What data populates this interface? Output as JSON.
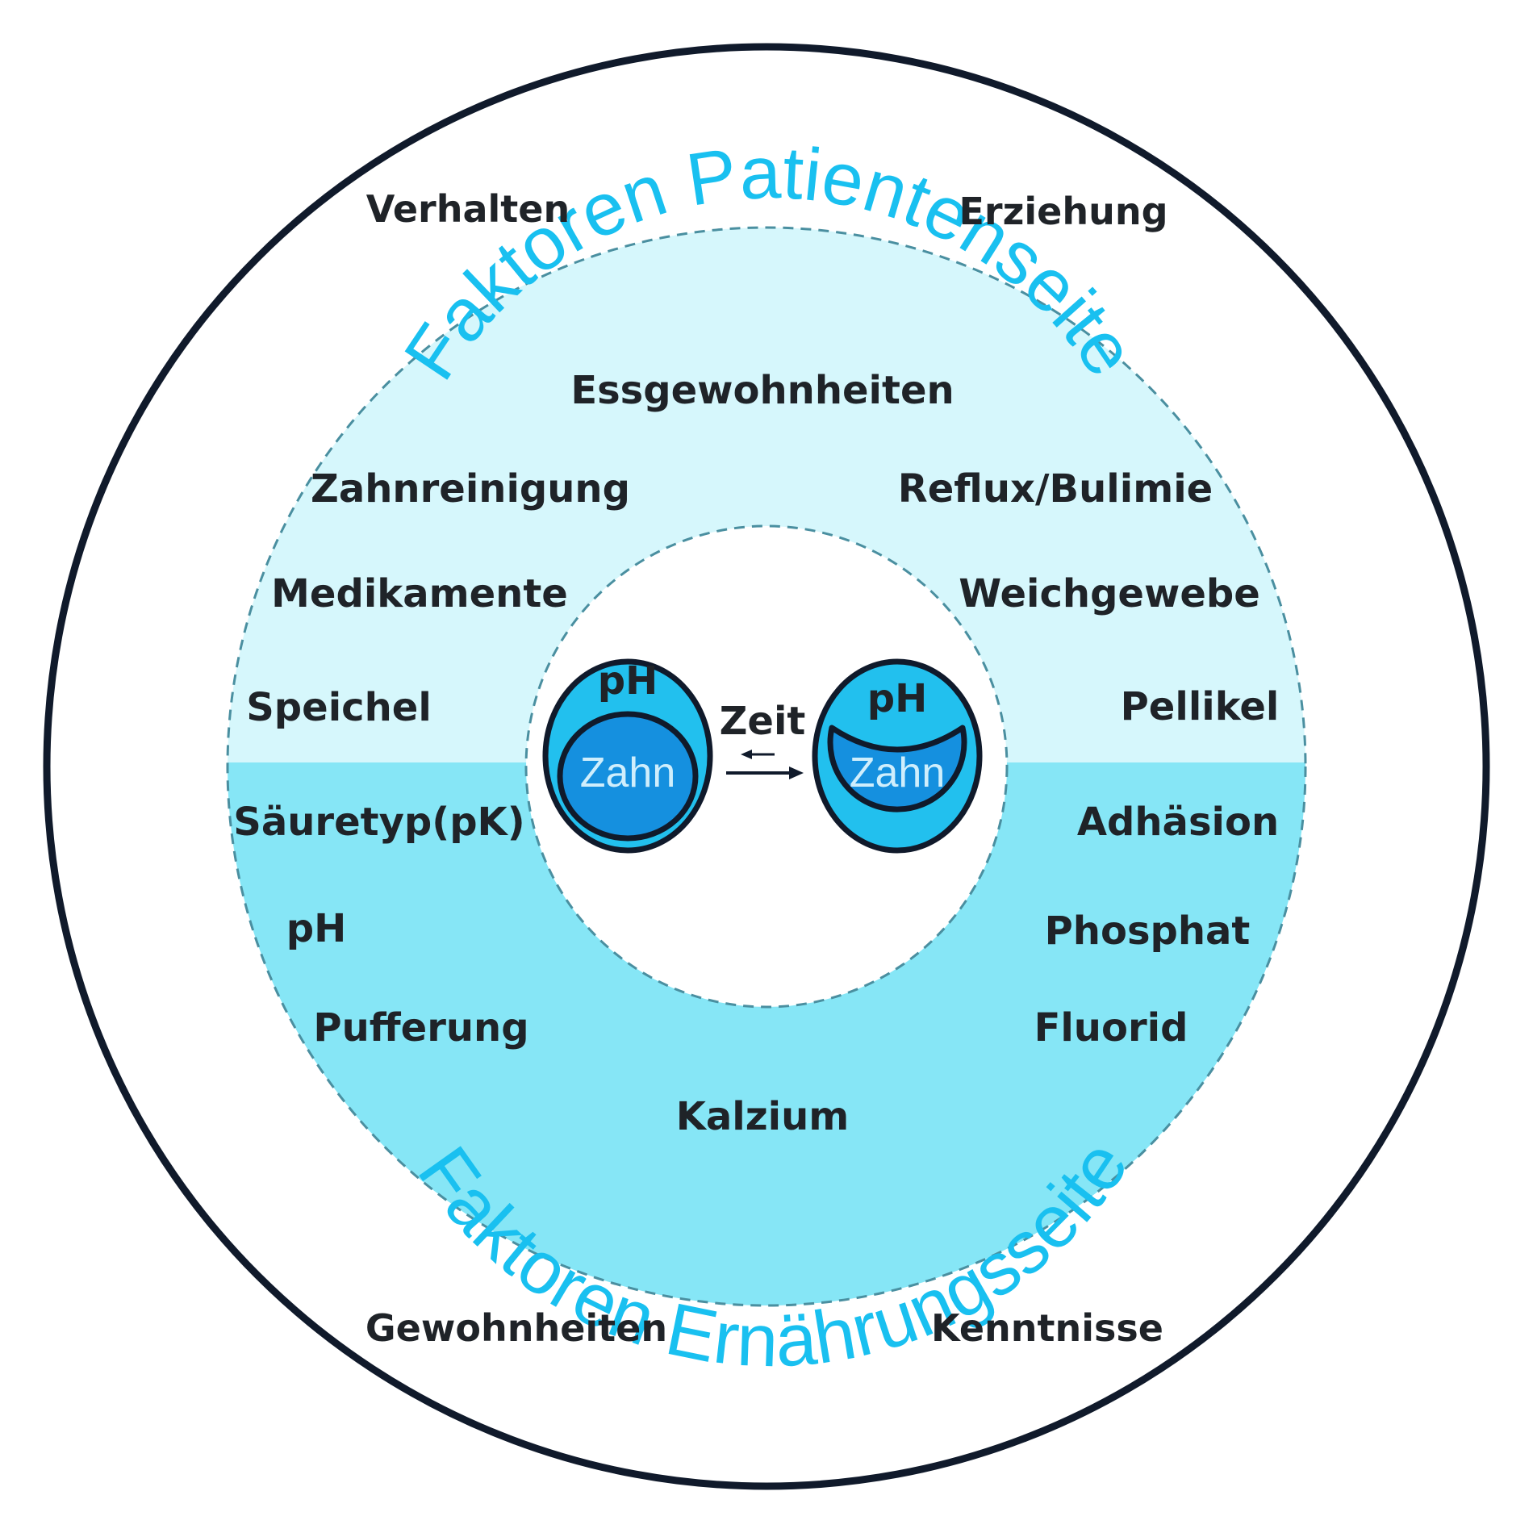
{
  "titles": {
    "patient_side": "Faktoren Patientenseite",
    "nutrition_side": "Faktoren Ernährungsseite"
  },
  "outer_ring": {
    "behavior": "Verhalten",
    "education": "Erziehung",
    "habits": "Gewohnheiten",
    "knowledge": "Kenntnisse"
  },
  "patient_factors": {
    "eating_habits": "Essgewohnheiten",
    "tooth_cleaning": "Zahnreinigung",
    "reflux_bulimia": "Reflux/Bulimie",
    "medication": "Medikamente",
    "soft_tissue": "Weichgewebe",
    "saliva": "Speichel",
    "pellicle": "Pellikel"
  },
  "nutrition_factors": {
    "acid_type": "Säuretyp(pK)",
    "adhesion": "Adhäsion",
    "ph": "pH",
    "phosphate": "Phosphat",
    "buffering": "Pufferung",
    "fluoride": "Fluorid",
    "calcium": "Kalzium"
  },
  "core": {
    "ph_left": "pH",
    "ph_right": "pH",
    "tooth_left": "Zahn",
    "tooth_right": "Zahn",
    "time": "Zeit"
  },
  "colors": {
    "upper_ring_fill": "#d6f7fc",
    "lower_ring_fill": "#86e6f6",
    "title_color": "#19c0f0",
    "ph_shell": "#22c0ee",
    "tooth_fill": "#1590df",
    "outline": "#101a2b"
  }
}
